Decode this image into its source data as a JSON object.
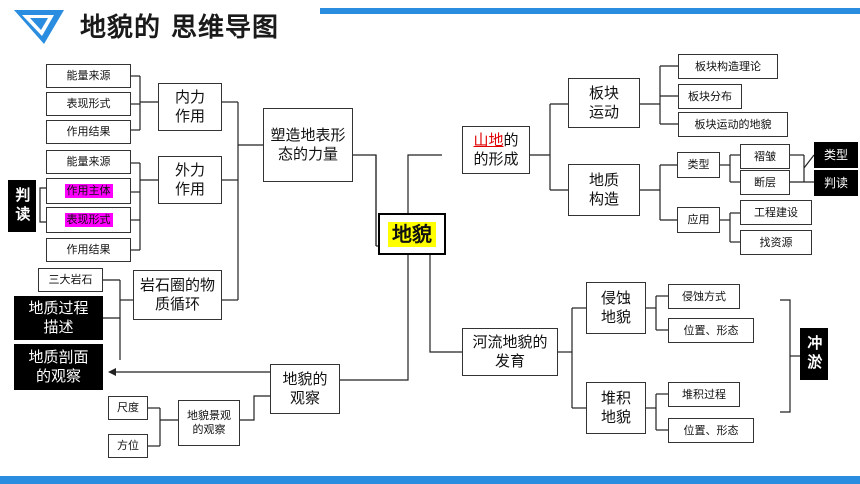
{
  "page": {
    "title": "地貌的 思维导图"
  },
  "center": {
    "label": "地貌"
  },
  "left": {
    "shaping": {
      "label": "塑造地表形态的力量"
    },
    "internal": {
      "label": "内力作用",
      "items": [
        "能量来源",
        "表现形式",
        "作用结果"
      ]
    },
    "external": {
      "label": "外力作用",
      "items": [
        "能量来源",
        "作用主体",
        "表现形式",
        "作用结果"
      ]
    },
    "read_tag": "判读",
    "rock_cycle": {
      "label": "岩石圈的物质循环",
      "items": [
        "三大岩石",
        "地质过程描述",
        "地质剖面的观察"
      ]
    },
    "observe": {
      "label": "地貌的观察",
      "scene": "地貌景观的观察",
      "items": [
        "尺度",
        "方位"
      ]
    }
  },
  "right": {
    "mountain": {
      "label_red": "山地",
      "label_rest1": "的",
      "label_rest2": "的形成"
    },
    "plate": {
      "label": "板块运动",
      "items": [
        "板块构造理论",
        "板块分布",
        "板块运动的地貌"
      ]
    },
    "geo": {
      "label": "地质构造",
      "type_label": "类型",
      "type_items": [
        "褶皱",
        "断层"
      ],
      "type_tags": [
        "类型",
        "判读"
      ],
      "use_label": "应用",
      "use_items": [
        "工程建设",
        "找资源"
      ]
    },
    "river": {
      "label": "河流地貌的发育"
    },
    "erosion": {
      "label": "侵蚀地貌",
      "items": [
        "侵蚀方式",
        "位置、形态"
      ]
    },
    "deposit": {
      "label": "堆积地貌",
      "items": [
        "堆积过程",
        "位置、形态"
      ]
    },
    "flush_tag": "冲淤"
  }
}
